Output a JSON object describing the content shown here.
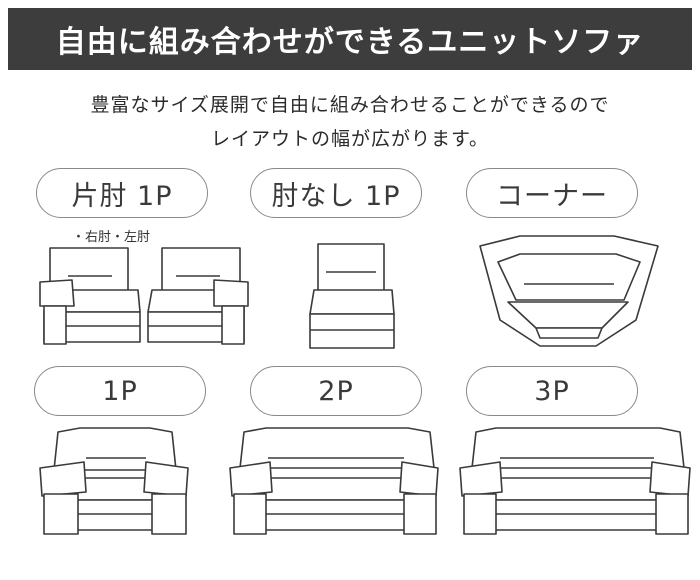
{
  "banner": {
    "title": "自由に組み合わせができるユニットソファ"
  },
  "description": {
    "line1": "豊富なサイズ展開で自由に組み合わせることができるので",
    "line2": "レイアウトの幅が広がります。"
  },
  "units": [
    {
      "label": "片肘 1P",
      "note": "・右肘・左肘"
    },
    {
      "label": "肘なし 1P"
    },
    {
      "label": "コーナー"
    },
    {
      "label": "1P"
    },
    {
      "label": "2P"
    },
    {
      "label": "3P"
    }
  ],
  "colors": {
    "banner_bg": "#3d3d3d",
    "outline": "#3a3a3a",
    "pill_border": "#8a8a8a"
  }
}
